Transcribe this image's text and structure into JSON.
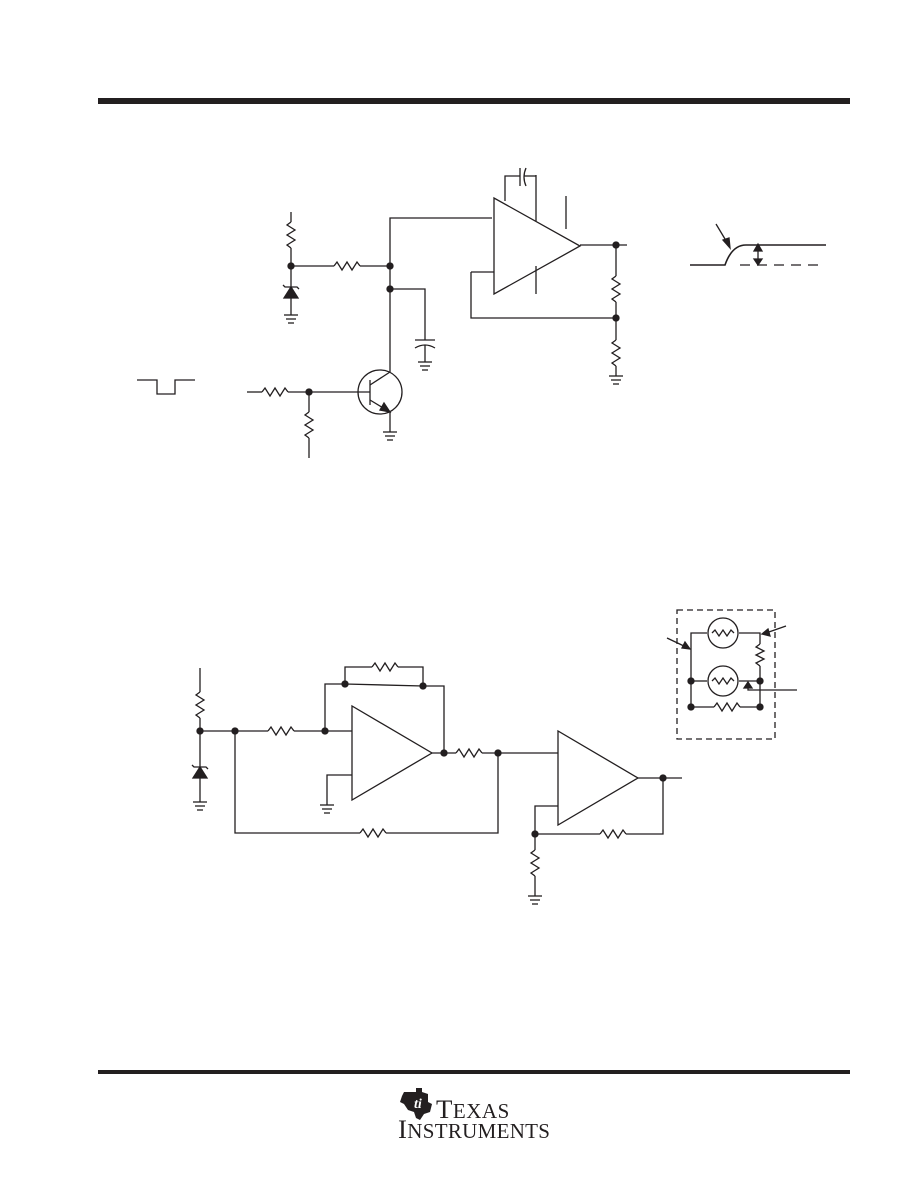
{
  "page": {
    "header_rule": "top-rule",
    "footer_rule": "bottom-rule"
  },
  "schematics": [
    {
      "id": "circuit-top",
      "description_visible_text": ""
    },
    {
      "id": "circuit-bottom",
      "description_visible_text": ""
    }
  ],
  "logo": {
    "icon": "ti-state-logo-icon",
    "line1_cap": "T",
    "line1_rest": "EXAS",
    "line2_cap": "I",
    "line2_rest": "NSTRUMENTS"
  },
  "colors": {
    "ink": "#231f20",
    "background": "#ffffff"
  }
}
